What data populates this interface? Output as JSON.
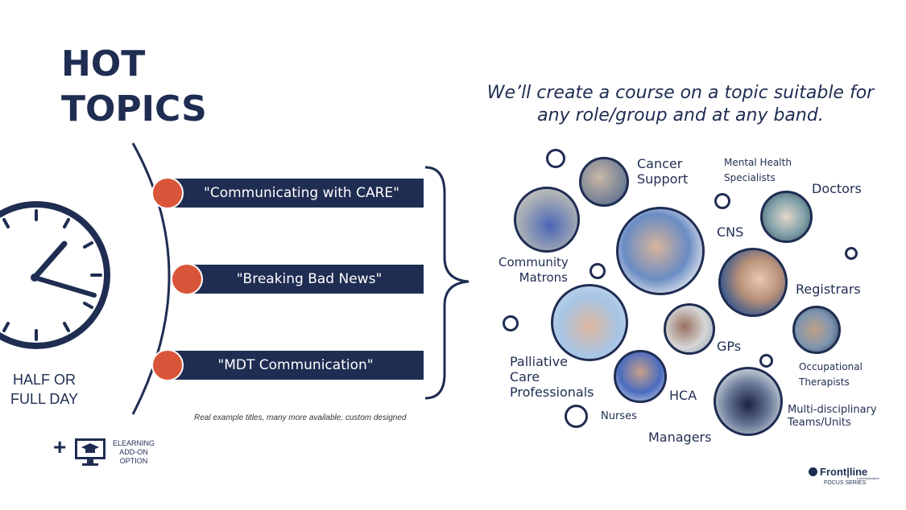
{
  "title": {
    "line1": "HOT",
    "line2": "TOPICS"
  },
  "topics": [
    {
      "label": "\"Communicating with CARE\""
    },
    {
      "label": "\"Breaking Bad News\""
    },
    {
      "label": "\"MDT Communication\""
    }
  ],
  "duration": {
    "line1": "HALF OR",
    "line2": "FULL DAY"
  },
  "disclaimer": "Real example titles, many more available, custom designed",
  "elearning": {
    "line1": "ELEARNING",
    "line2": "ADD-ON",
    "line3": "OPTION"
  },
  "tagline": {
    "line1": "We’ll create a course on a topic suitable for",
    "line2": "any role/group and at any band."
  },
  "roles": {
    "cancer": {
      "line1": "Cancer",
      "line2": "Support"
    },
    "mental": {
      "line1": "Mental Health",
      "line2": "Specialists"
    },
    "doctors": "Doctors",
    "community": {
      "line1": "Community",
      "line2": "Matrons"
    },
    "cns": "CNS",
    "registrars": "Registrars",
    "palliative": {
      "line1": "Palliative",
      "line2": "Care",
      "line3": "Professionals"
    },
    "gps": "GPs",
    "occupational": {
      "line1": "Occupational",
      "line2": "Therapists"
    },
    "hca": "HCA",
    "nurses": "Nurses",
    "managers": "Managers",
    "mdt": {
      "line1": "Multi-disciplinary",
      "line2": "Teams/Units"
    }
  },
  "logo": {
    "brand": "Front|line",
    "sub": "Communication",
    "series": "FOCUS SERIES"
  },
  "colors": {
    "navy": "#1f2d52",
    "accent": "#d9553a"
  }
}
